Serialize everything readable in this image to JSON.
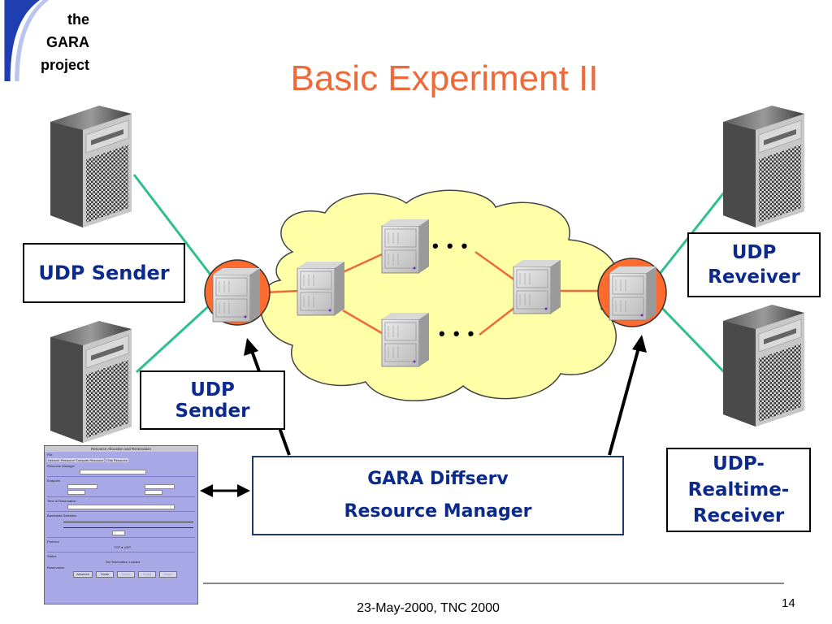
{
  "logo": {
    "line1": "the",
    "line2": "GARA",
    "line3": "project"
  },
  "title": "Basic Experiment II",
  "labels": {
    "udp_sender_left": "UDP Sender",
    "udp_sender_middle_1": "UDP",
    "udp_sender_middle_2": "Sender",
    "udp_receiver_1": "UDP",
    "udp_receiver_2": "Reveiver",
    "udp_realtime_1": "UDP-",
    "udp_realtime_2": "Realtime-",
    "udp_realtime_3": "Receiver"
  },
  "gara_box": {
    "line1": "GARA Diffserv",
    "line2": "Resource Manager"
  },
  "cloud_ellipsis": [
    "• • •",
    "• • •"
  ],
  "app_window": {
    "title": "Resource Allocation and Reservation",
    "menu": "File",
    "tabs": [
      "Network Resource",
      "Compute Resource",
      "Disk Resource"
    ],
    "buttons": [
      "Advanced",
      "Create",
      "Cancel",
      "Modify",
      "Reset"
    ],
    "status_text": "No Reservation Loaded",
    "protocol": "TCP  ● UDP",
    "section_labels": [
      "Resource Manager",
      "Endpoint",
      "Time of Reservation",
      "Bandwidth Selection",
      "Protocol",
      "Status",
      "Reservation"
    ]
  },
  "footer": "23-May-2000, TNC 2000",
  "page_number": "14",
  "colors": {
    "title": "#ee6a3a",
    "label_text": "#0b2a8c",
    "cloud_fill": "#ffffa8",
    "edge_router": "#ff6a2e",
    "link_green": "#2fbf8f",
    "link_orange": "#ee6a3a",
    "logo_blue": "#1f3fb0"
  }
}
